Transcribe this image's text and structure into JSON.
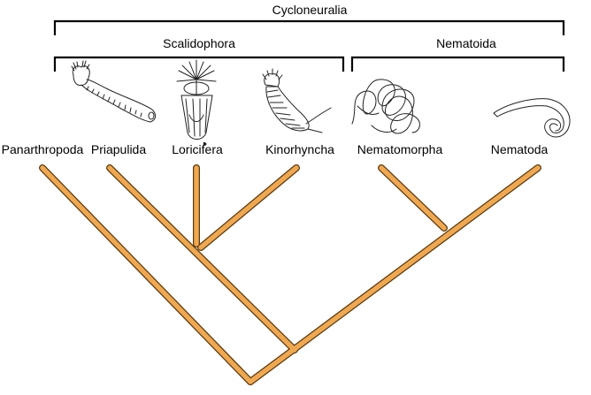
{
  "groups": {
    "cycloneuralia": "Cycloneuralia",
    "scalidophora": "Scalidophora",
    "nematoida": "Nematoida"
  },
  "taxa": {
    "panarthropoda": "Panarthropoda",
    "priapulida": "Priapulida",
    "loricifera": "Loricifera",
    "kinorhyncha": "Kinorhyncha",
    "nematomorpha": "Nematomorpha",
    "nematoda": "Nematoda"
  },
  "colors": {
    "branch": "#f0a850",
    "branch_outline": "#5a3a10",
    "bracket": "#000000"
  },
  "icons": [
    "priapulid-illustration",
    "loriciferan-illustration",
    "kinorhynch-illustration",
    "nematomorph-illustration",
    "nematode-illustration"
  ]
}
